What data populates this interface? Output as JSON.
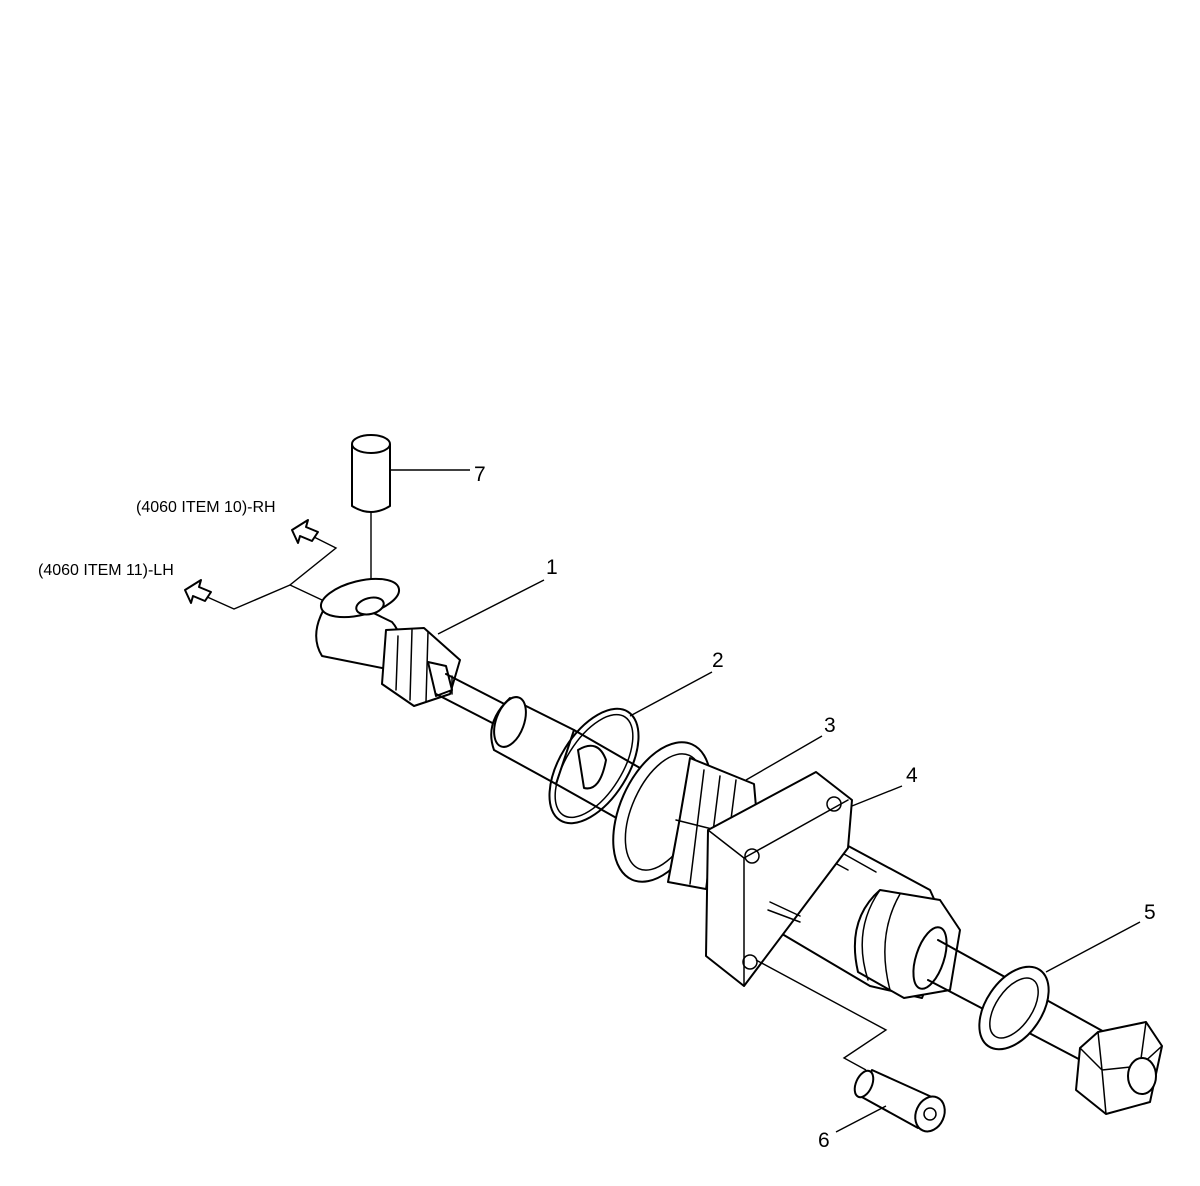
{
  "references": {
    "rh": "(4060 ITEM 10)-RH",
    "lh": "(4060 ITEM 11)-LH"
  },
  "callouts": {
    "item1": "1",
    "item2": "2",
    "item3": "3",
    "item4": "4",
    "item5": "5",
    "item6": "6",
    "item7": "7"
  }
}
